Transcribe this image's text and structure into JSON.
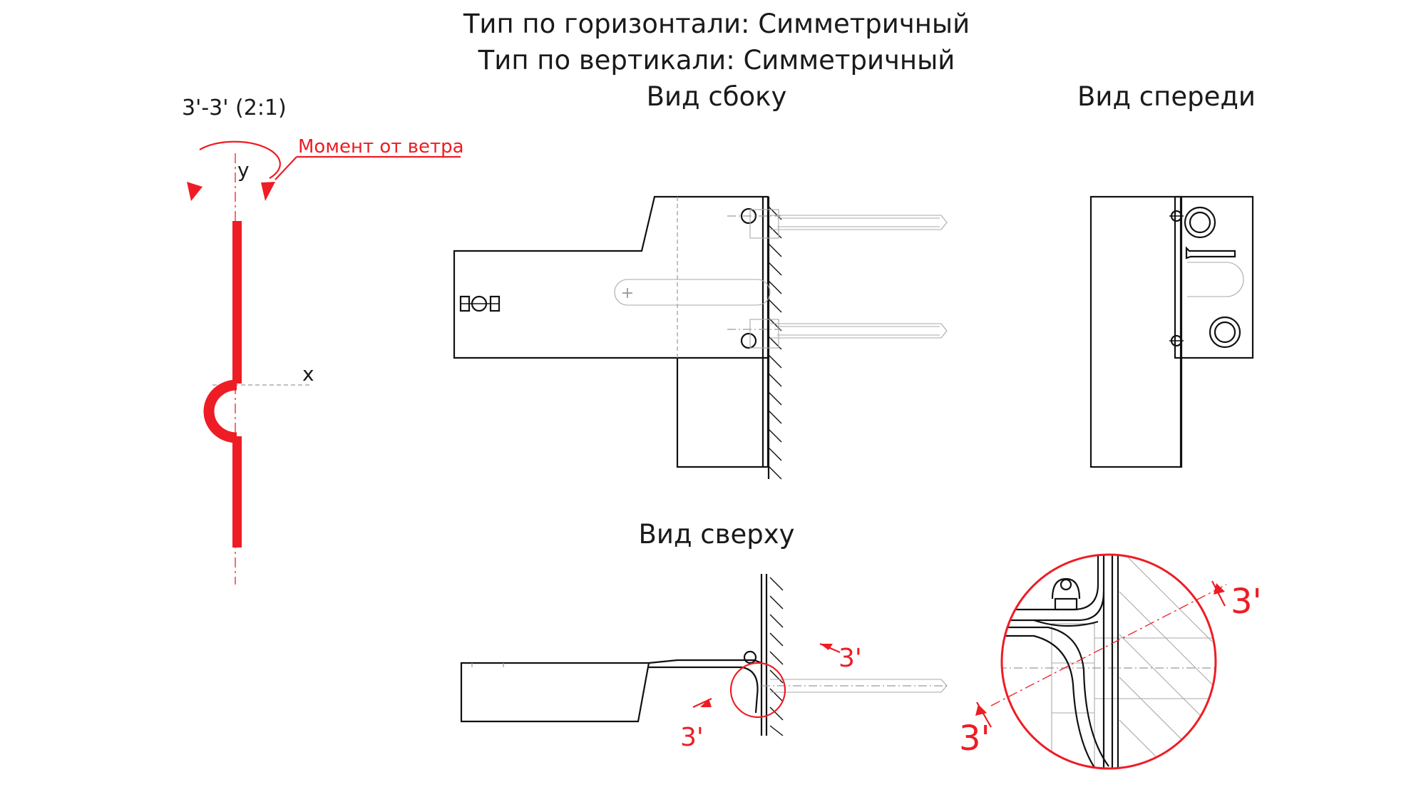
{
  "labels": {
    "type_horizontal": "Тип по горизонтали: Симметричный",
    "type_vertical": "Тип по вертикали: Симметричный",
    "side_view": "Вид сбоку",
    "front_view": "Вид спереди",
    "top_view": "Вид сверху",
    "section_label": "3'-3' (2:1)",
    "wind_moment": "Момент от ветра",
    "axis_y": "y",
    "axis_x": "x",
    "section_mark": "3'"
  },
  "colors": {
    "line": "#111111",
    "hidden": "#9a9a9a",
    "accent": "#ee1c24"
  }
}
